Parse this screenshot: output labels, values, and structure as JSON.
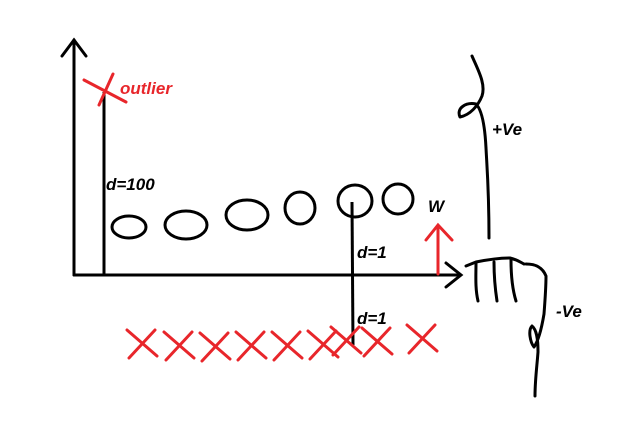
{
  "labels": {
    "outlier": "outlier",
    "d_outlier": "d=100",
    "w": "W",
    "d_top": "d=1",
    "d_bottom": "d=1",
    "pos_class": "+Ve",
    "neg_class": "-Ve"
  },
  "colors": {
    "ink": "#000000",
    "highlight": "#e8262b",
    "background": "#ffffff"
  }
}
